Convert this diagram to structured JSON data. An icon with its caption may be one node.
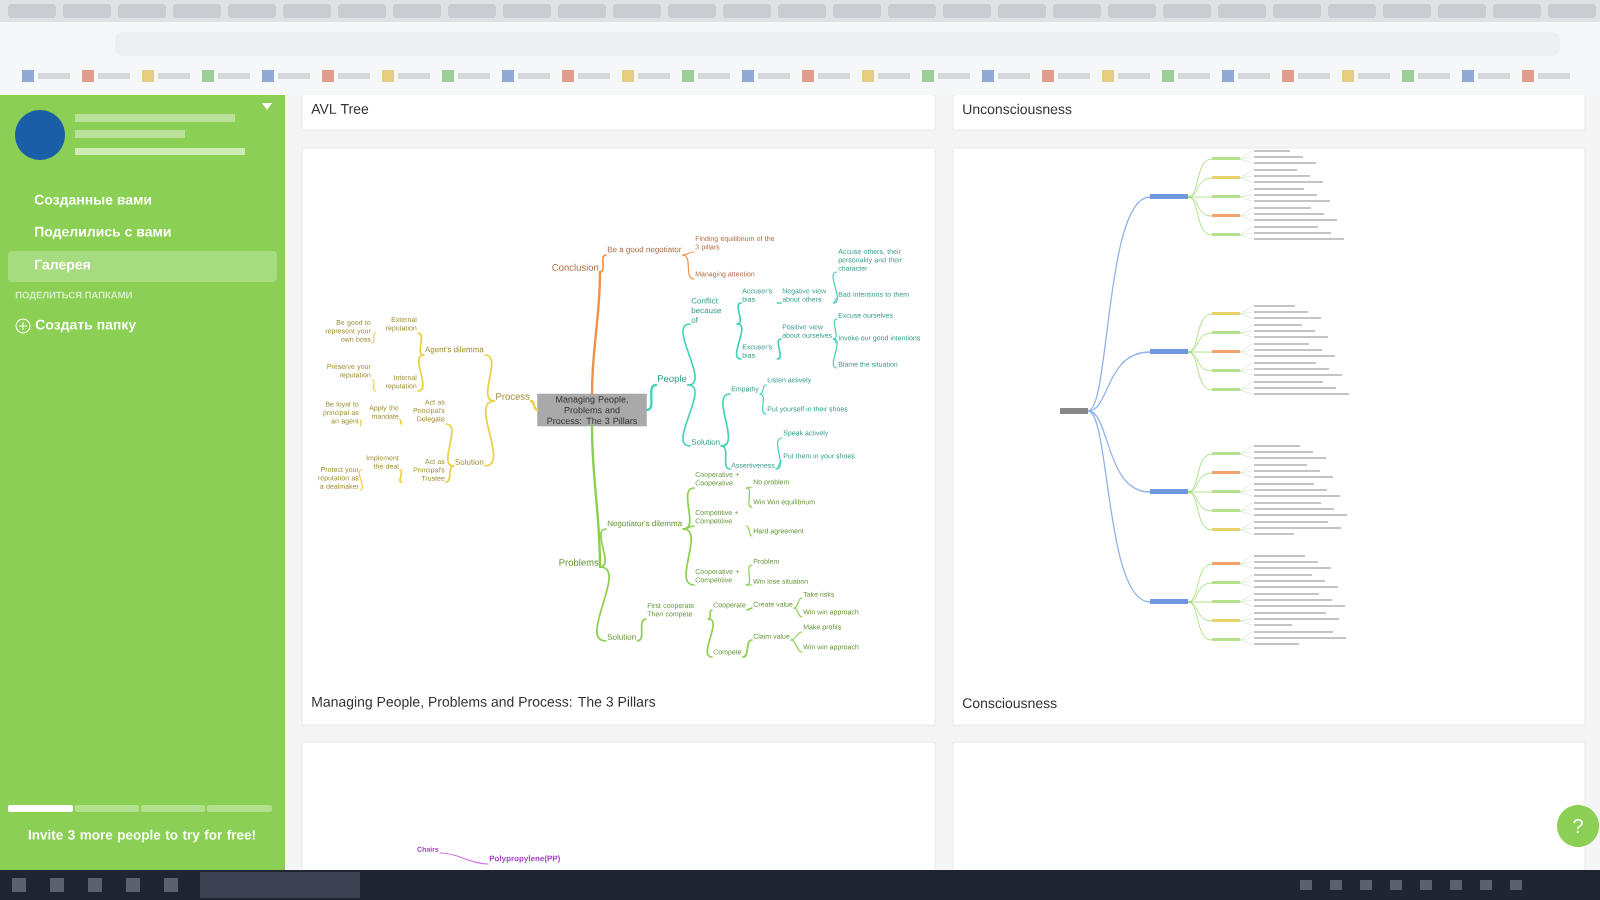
{
  "diagram": {
    "nodes": [
      {
        "text": [
          "Managing People, Problems and Process: The 3 Pillars"
        ]
      },
      {
        "text": [
          "Conclusion"
        ]
      },
      {
        "text": [
          "Be a good negotiator"
        ]
      },
      {
        "text": [
          "Finding equilibrium of the 3 pillars"
        ]
      },
      {
        "text": [
          "Managing attention"
        ]
      },
      {
        "text": [
          "People"
        ]
      },
      {
        "text": [
          "Conflict because of"
        ]
      },
      {
        "text": [
          "Accuser's bias"
        ]
      },
      {
        "text": [
          "Negative view about others"
        ]
      },
      {
        "text": [
          "Accuse others, their personality and their character"
        ]
      },
      {
        "text": [
          "Bad intentions to them"
        ]
      },
      {
        "text": [
          "Excuser's bias"
        ]
      },
      {
        "text": [
          "Positive view about ourselves"
        ]
      },
      {
        "text": [
          "Excuse ourselves"
        ]
      },
      {
        "text": [
          "Invoke our good intentions"
        ]
      },
      {
        "text": [
          "Blame the situation"
        ]
      },
      {
        "text": [
          "Solution"
        ]
      },
      {
        "text": [
          "Empathy"
        ]
      },
      {
        "text": [
          "Listen actively"
        ]
      },
      {
        "text": [
          "Put yourself in their shoes"
        ]
      },
      {
        "text": [
          "Assertiveness"
        ]
      },
      {
        "text": [
          "Speak actively"
        ]
      },
      {
        "text": [
          "Put them in your shoes"
        ]
      },
      {
        "text": [
          "Problems"
        ]
      },
      {
        "text": [
          "Negotiator's dilemma"
        ]
      },
      {
        "text": [
          "Cooperative + Cooperative"
        ]
      },
      {
        "text": [
          "No problem"
        ]
      },
      {
        "text": [
          "Win Win equilibrium"
        ]
      },
      {
        "text": [
          "Competitive + Competitive"
        ]
      },
      {
        "text": [
          "Hard agreement"
        ]
      },
      {
        "text": [
          "Cooperative + Competitive"
        ]
      },
      {
        "text": [
          "Problem"
        ]
      },
      {
        "text": [
          "Win lose situation"
        ]
      },
      {
        "text": [
          "Solution"
        ]
      },
      {
        "text": [
          "First cooperate Then compete"
        ]
      },
      {
        "text": [
          "Cooperate"
        ]
      },
      {
        "text": [
          "Create value"
        ]
      },
      {
        "text": [
          "Take risks"
        ]
      },
      {
        "text": [
          "Win win approach"
        ]
      },
      {
        "text": [
          "Compete"
        ]
      },
      {
        "text": [
          "Claim value"
        ]
      },
      {
        "text": [
          "Make profits"
        ]
      },
      {
        "text": [
          "Win win approach"
        ]
      },
      {
        "text": [
          "Process"
        ]
      },
      {
        "text": [
          "Agent's dilemma"
        ]
      },
      {
        "text": [
          "External reputation"
        ]
      },
      {
        "text": [
          "Be good to represent your own boss"
        ]
      },
      {
        "text": [
          "Internal reputation"
        ]
      },
      {
        "text": [
          "Preserve your reputation"
        ]
      },
      {
        "text": [
          "Solution"
        ]
      },
      {
        "text": [
          "Act as Principal's Delegate"
        ]
      },
      {
        "text": [
          "Apply the mandate"
        ]
      },
      {
        "text": [
          "Be loyal to principal as an agent"
        ]
      },
      {
        "text": [
          "Act as Principal's Trustee"
        ]
      },
      {
        "text": [
          "Implement the deal"
        ]
      },
      {
        "text": [
          "Protect your reputation as a dealmaker"
        ]
      },
      {
        "text": [
          "Chairs"
        ]
      },
      {
        "text": [
          "Polypropylene(PP)"
        ]
      }
    ],
    "edges": [
      {
        "from": 0,
        "to": 1,
        "arrow": "none",
        "color": "#f0914a"
      },
      {
        "from": 1,
        "to": 2,
        "arrow": "none",
        "color": "#f0914a"
      },
      {
        "from": 2,
        "to": 3,
        "arrow": "none",
        "color": "#f0914a"
      },
      {
        "from": 2,
        "to": 4,
        "arrow": "none",
        "color": "#f0914a"
      },
      {
        "from": 0,
        "to": 5,
        "arrow": "none",
        "color": "#45d3b8"
      },
      {
        "from": 5,
        "to": 6,
        "arrow": "none",
        "color": "#45d3b8"
      },
      {
        "from": 6,
        "to": 7,
        "arrow": "none",
        "color": "#45d3b8"
      },
      {
        "from": 7,
        "to": 8,
        "arrow": "none",
        "color": "#45d3b8"
      },
      {
        "from": 8,
        "to": 9,
        "arrow": "none",
        "color": "#45d3b8"
      },
      {
        "from": 8,
        "to": 10,
        "arrow": "none",
        "color": "#45d3b8"
      },
      {
        "from": 6,
        "to": 11,
        "arrow": "none",
        "color": "#45d3b8"
      },
      {
        "from": 11,
        "to": 12,
        "arrow": "none",
        "color": "#45d3b8"
      },
      {
        "from": 12,
        "to": 13,
        "arrow": "none",
        "color": "#45d3b8"
      },
      {
        "from": 12,
        "to": 14,
        "arrow": "none",
        "color": "#45d3b8"
      },
      {
        "from": 12,
        "to": 15,
        "arrow": "none",
        "color": "#45d3b8"
      },
      {
        "from": 5,
        "to": 16,
        "arrow": "none",
        "color": "#45d3b8"
      },
      {
        "from": 16,
        "to": 17,
        "arrow": "none",
        "color": "#45d3b8"
      },
      {
        "from": 17,
        "to": 18,
        "arrow": "none",
        "color": "#45d3b8"
      },
      {
        "from": 17,
        "to": 19,
        "arrow": "none",
        "color": "#45d3b8"
      },
      {
        "from": 16,
        "to": 20,
        "arrow": "none",
        "color": "#45d3b8"
      },
      {
        "from": 20,
        "to": 21,
        "arrow": "none",
        "color": "#45d3b8"
      },
      {
        "from": 20,
        "to": 22,
        "arrow": "none",
        "color": "#45d3b8"
      },
      {
        "from": 0,
        "to": 23,
        "arrow": "none",
        "color": "#8ccf4d"
      },
      {
        "from": 23,
        "to": 24,
        "arrow": "none",
        "color": "#8ccf4d"
      },
      {
        "from": 24,
        "to": 25,
        "arrow": "none",
        "color": "#8ccf4d"
      },
      {
        "from": 25,
        "to": 26,
        "arrow": "none",
        "color": "#8ccf4d"
      },
      {
        "from": 25,
        "to": 27,
        "arrow": "none",
        "color": "#8ccf4d"
      },
      {
        "from": 24,
        "to": 28,
        "arrow": "none",
        "color": "#8ccf4d"
      },
      {
        "from": 28,
        "to": 29,
        "arrow": "none",
        "color": "#8ccf4d"
      },
      {
        "from": 24,
        "to": 30,
        "arrow": "none",
        "color": "#8ccf4d"
      },
      {
        "from": 30,
        "to": 31,
        "arrow": "none",
        "color": "#8ccf4d"
      },
      {
        "from": 30,
        "to": 32,
        "arrow": "none",
        "color": "#8ccf4d"
      },
      {
        "from": 23,
        "to": 33,
        "arrow": "none",
        "color": "#8ccf4d"
      },
      {
        "from": 33,
        "to": 34,
        "arrow": "none",
        "color": "#8ccf4d"
      },
      {
        "from": 34,
        "to": 35,
        "arrow": "none",
        "color": "#8ccf4d"
      },
      {
        "from": 35,
        "to": 36,
        "arrow": "none",
        "color": "#8ccf4d"
      },
      {
        "from": 36,
        "to": 37,
        "arrow": "none",
        "color": "#8ccf4d"
      },
      {
        "from": 36,
        "to": 38,
        "arrow": "none",
        "color": "#8ccf4d"
      },
      {
        "from": 34,
        "to": 39,
        "arrow": "none",
        "color": "#8ccf4d"
      },
      {
        "from": 39,
        "to": 40,
        "arrow": "none",
        "color": "#8ccf4d"
      },
      {
        "from": 40,
        "to": 41,
        "arrow": "none",
        "color": "#8ccf4d"
      },
      {
        "from": 40,
        "to": 42,
        "arrow": "none",
        "color": "#8ccf4d"
      },
      {
        "from": 0,
        "to": 43,
        "arrow": "none",
        "color": "#ead03f"
      },
      {
        "from": 43,
        "to": 44,
        "arrow": "none",
        "color": "#ead03f"
      },
      {
        "from": 44,
        "to": 45,
        "arrow": "none",
        "color": "#ead03f"
      },
      {
        "from": 45,
        "to": 46,
        "arrow": "none",
        "color": "#ead03f"
      },
      {
        "from": 44,
        "to": 47,
        "arrow": "none",
        "color": "#ead03f"
      },
      {
        "from": 47,
        "to": 48,
        "arrow": "none",
        "color": "#ead03f"
      },
      {
        "from": 43,
        "to": 49,
        "arrow": "none",
        "color": "#ead03f"
      },
      {
        "from": 49,
        "to": 50,
        "arrow": "none",
        "color": "#ead03f"
      },
      {
        "from": 50,
        "to": 51,
        "arrow": "none",
        "color": "#ead03f"
      },
      {
        "from": 51,
        "to": 52,
        "arrow": "none",
        "color": "#ead03f"
      },
      {
        "from": 49,
        "to": 53,
        "arrow": "none",
        "color": "#ead03f"
      },
      {
        "from": 53,
        "to": 54,
        "arrow": "none",
        "color": "#ead03f"
      },
      {
        "from": 54,
        "to": 55,
        "arrow": "none",
        "color": "#ead03f"
      },
      {
        "from": 57,
        "to": 56,
        "arrow": "none",
        "color": "#d070e0"
      }
    ],
    "labels": [
      "AVL Tree",
      "Unconsciousness",
      "Созданные вами",
      "Поделились с вами",
      "Галерея",
      "ПОДЕЛИТЬСЯ ПАПКАМИ",
      "Создать папку",
      "Managing People, Problems and Process: The 3 Pillars",
      "Consciousness",
      "Invite 3 more people to try for free!",
      "?"
    ]
  }
}
